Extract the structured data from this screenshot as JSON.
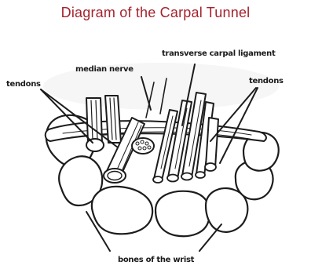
{
  "title": "Diagram of the Carpal Tunnel",
  "labels": {
    "median_nerve": "median nerve",
    "transverse_carpal_ligament": "transverse carpal ligament",
    "tendons_left": "tendons",
    "tendons_right": "tendons",
    "bones_of_wrist": "bones of the wrist"
  },
  "colors": {
    "title": "#a3232d",
    "ink": "#1c1c1c"
  }
}
